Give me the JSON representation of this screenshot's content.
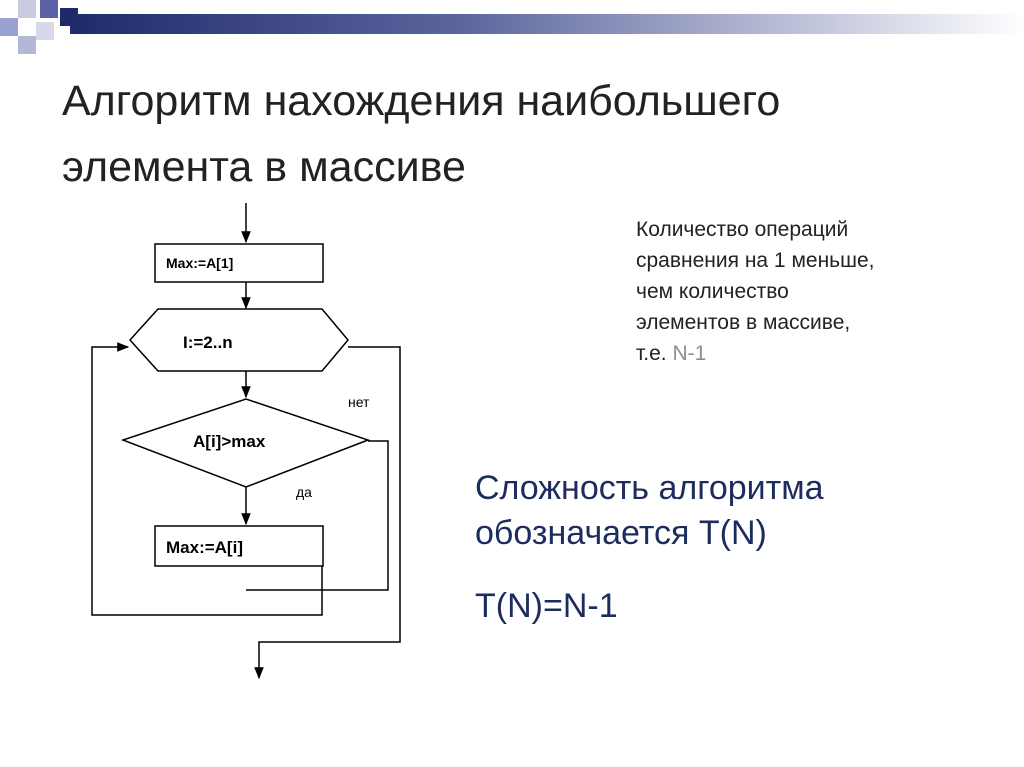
{
  "slide": {
    "title_line1": "Алгоритм нахождения наибольшего",
    "title_line2": "элемента в массиве"
  },
  "flowchart": {
    "init_box": "Max:=A[1]",
    "loop_hex": "I:=2..n",
    "condition": "A[i]>max",
    "no_label": "нет",
    "yes_label": "да",
    "assign_box": "Max:=A[i]"
  },
  "note": {
    "line1": "Количество операций",
    "line2": "сравнения на 1 меньше,",
    "line3": "чем количество",
    "line4": "элементов в массиве,",
    "line5_prefix": "т.е. ",
    "line5_highlight": "N-1"
  },
  "complexity": {
    "line1": "Сложность алгоритма",
    "line2": "обозначается T(N)",
    "formula": "T(N)=N-1"
  },
  "colors": {
    "title_text": "#222222",
    "accent_navy": "#1d2c5e",
    "highlight_gray": "#8a8f99"
  }
}
